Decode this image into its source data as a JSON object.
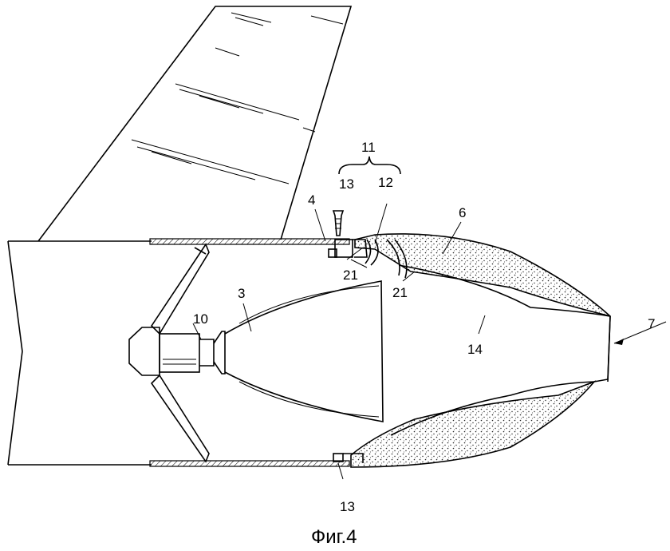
{
  "labels": {
    "fin_attachment": "4",
    "nozzle": "3",
    "engine_body": "10",
    "assembly": "11",
    "insert": "12",
    "screw_top": "13",
    "screw_bottom": "13",
    "shell": "6",
    "exit": "7",
    "inner_cavity": "14",
    "grooves_left": "21",
    "grooves_right": "21"
  },
  "caption": "Фиг.4",
  "colors": {
    "ink": "#000000",
    "background": "#ffffff",
    "stipple": "#222222"
  }
}
